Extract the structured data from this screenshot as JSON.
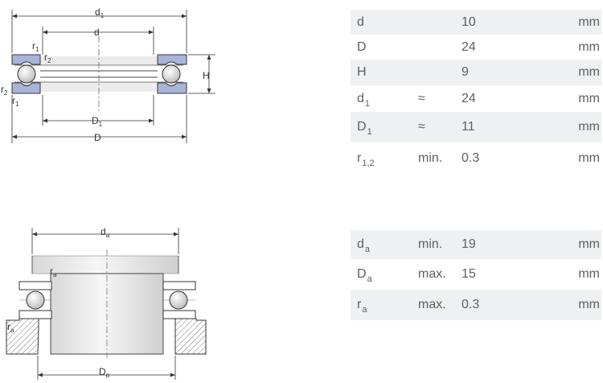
{
  "top_table": {
    "rows": [
      {
        "symbol": "d",
        "sub": "",
        "qualifier": "",
        "value": "10",
        "unit": "mm"
      },
      {
        "symbol": "D",
        "sub": "",
        "qualifier": "",
        "value": "24",
        "unit": "mm"
      },
      {
        "symbol": "H",
        "sub": "",
        "qualifier": "",
        "value": "9",
        "unit": "mm"
      },
      {
        "symbol": "d",
        "sub": "1",
        "qualifier": "≈",
        "value": "24",
        "unit": "mm"
      },
      {
        "symbol": "D",
        "sub": "1",
        "qualifier": "≈",
        "value": "11",
        "unit": "mm"
      },
      {
        "symbol": "r",
        "sub": "1,2",
        "qualifier": "min.",
        "value": "0.3",
        "unit": "mm"
      }
    ]
  },
  "bottom_table": {
    "rows": [
      {
        "symbol": "d",
        "sub": "a",
        "qualifier": "min.",
        "value": "19",
        "unit": "mm"
      },
      {
        "symbol": "D",
        "sub": "a",
        "qualifier": "max.",
        "value": "15",
        "unit": "mm"
      },
      {
        "symbol": "r",
        "sub": "a",
        "qualifier": "max.",
        "value": "0.3",
        "unit": "mm"
      }
    ]
  },
  "diagram_top": {
    "d1": {
      "main": "d",
      "sub": "1"
    },
    "d": {
      "main": "d",
      "sub": ""
    },
    "D1": {
      "main": "D",
      "sub": "1"
    },
    "D": {
      "main": "D",
      "sub": ""
    },
    "H": {
      "main": "H",
      "sub": ""
    },
    "r1a": {
      "main": "r",
      "sub": "1"
    },
    "r2a": {
      "main": "r",
      "sub": "2"
    },
    "r2b": {
      "main": "r",
      "sub": "2"
    },
    "r1b": {
      "main": "r",
      "sub": "1"
    }
  },
  "diagram_bottom": {
    "da": {
      "main": "d",
      "sub": "a"
    },
    "ra_inner": {
      "main": "r",
      "sub": "a"
    },
    "ra_outer": {
      "main": "r",
      "sub": "a"
    },
    "Da": {
      "main": "D",
      "sub": "a"
    }
  },
  "colors": {
    "washer_fill": "#a8b4d8",
    "stripe": "#e6e6e6",
    "line": "#333333"
  }
}
